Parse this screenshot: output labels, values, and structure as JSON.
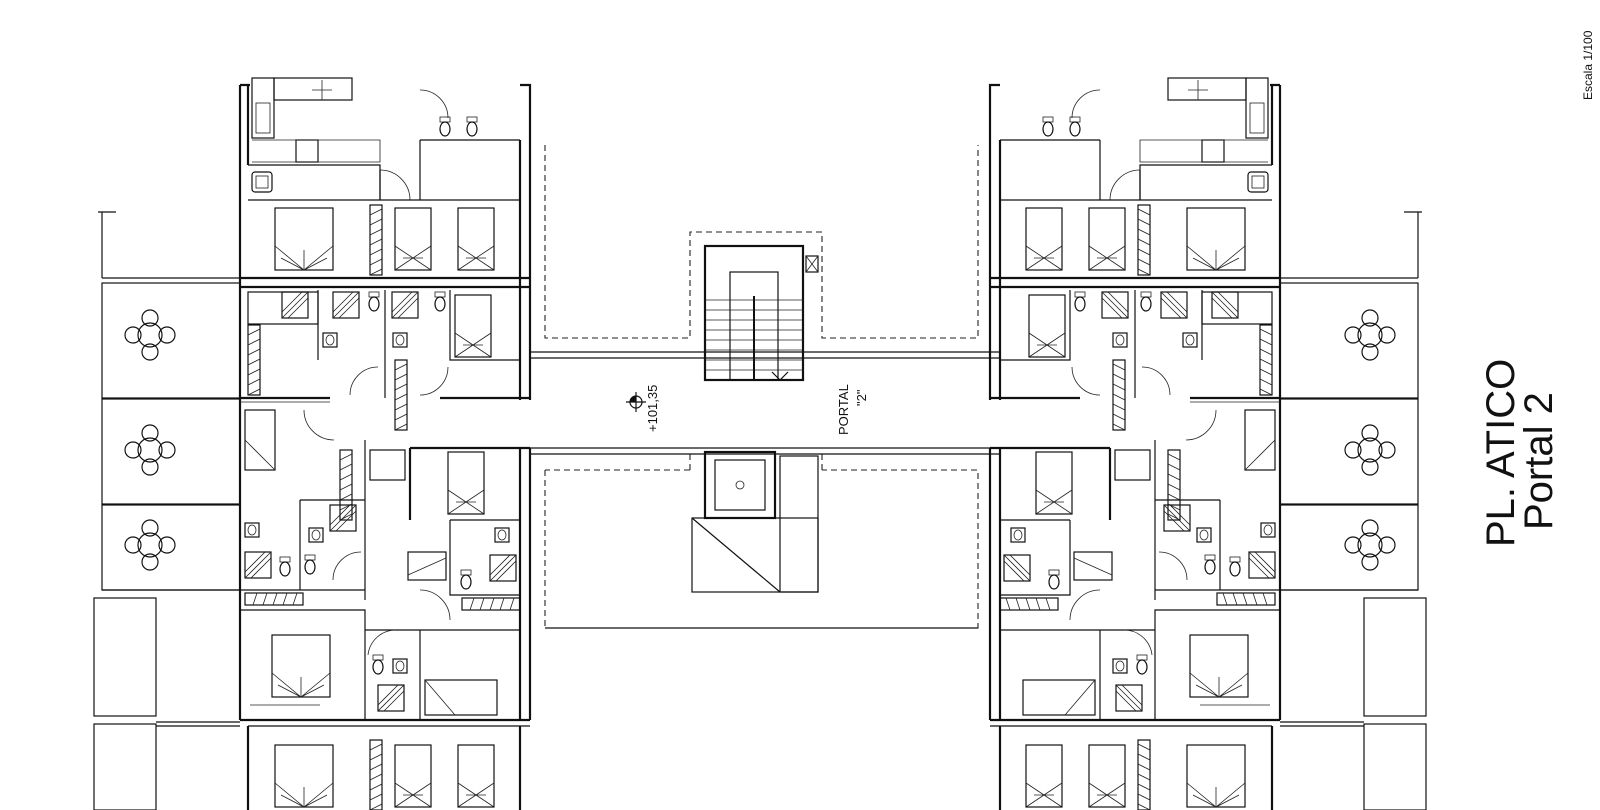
{
  "drawing": {
    "title_line1": "PL. ATICO",
    "title_line2": "Portal 2",
    "scale": "Escala 1/100",
    "portal_label": "PORTAL",
    "portal_number": "\"2\"",
    "level_mark": "+101,35"
  },
  "icons": {
    "outdoor_table": "table-with-four-chairs-icon",
    "bed": "bed-icon",
    "toilet": "toilet-icon",
    "sink": "sink-icon",
    "shower": "shower-tray-icon",
    "armchair": "armchair-icon",
    "level_marker": "level-marker-icon"
  },
  "colors": {
    "line": "#111111",
    "background": "#ffffff"
  }
}
